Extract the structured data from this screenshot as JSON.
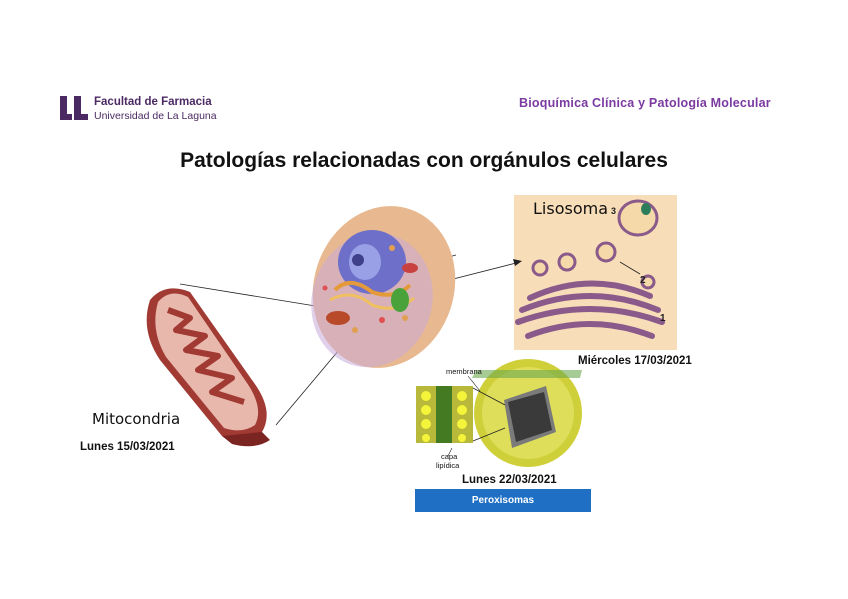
{
  "header": {
    "logo_line1": "Facultad de Farmacia",
    "logo_line2": "Universidad de La Laguna",
    "course_title": "Bioquímica Clínica y Patología Molecular"
  },
  "title": "Patologías relacionadas con orgánulos celulares",
  "organelles": {
    "mitochondria": {
      "label": "Mitocondria",
      "date": "Lunes 15/03/2021"
    },
    "lysosome": {
      "label": "Lisosoma",
      "date": "Miércoles 17/03/2021",
      "diagram_numbers": [
        "1",
        "2",
        "3"
      ]
    },
    "peroxisome": {
      "date": "Lunes 22/03/2021",
      "caption": "Peroxisomas",
      "diagram_labels": {
        "membrane": "membrana",
        "lipid_layer_1": "capa",
        "lipid_layer_2": "lipídica"
      }
    }
  },
  "colors": {
    "brand_purple": "#4b2a63",
    "course_purple": "#7a3aa0",
    "peroxisome_bar": "#1f6fc4",
    "lysosome_bg": "#f7ddb8"
  }
}
